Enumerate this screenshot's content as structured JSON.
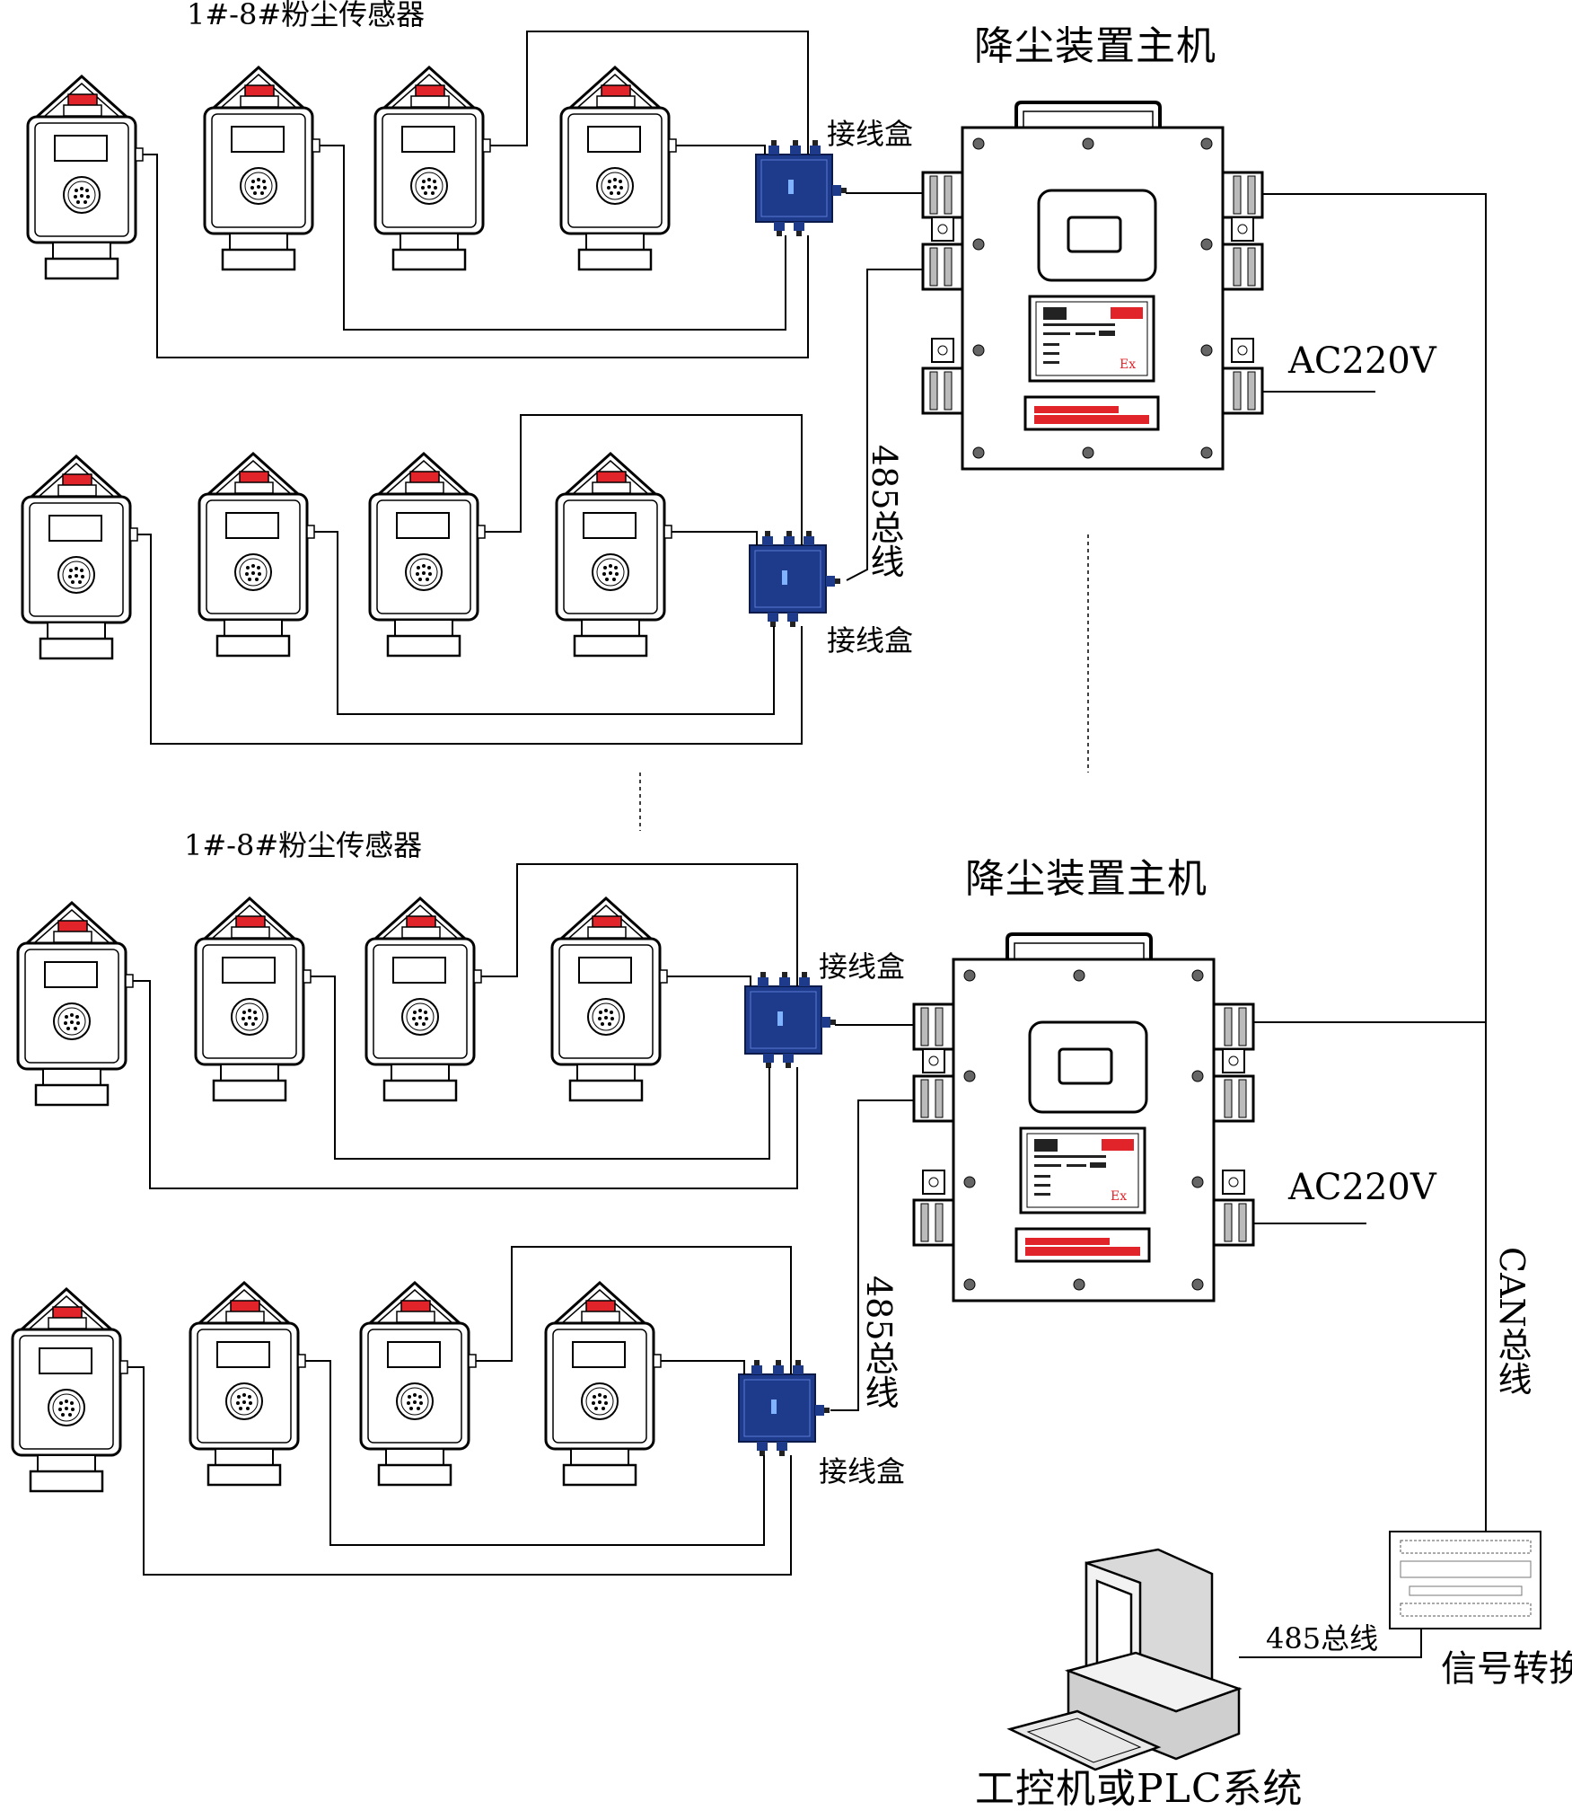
{
  "labels": {
    "sensors_top": "1#-8#粉尘传感器",
    "sensors_bottom": "1#-8#粉尘传感器",
    "host_top": "降尘装置主机",
    "host_bottom": "降尘装置主机",
    "junction_1": "接线盒",
    "junction_2": "接线盒",
    "junction_3": "接线盒",
    "junction_4": "接线盒",
    "bus485_top": "485总线",
    "bus485_bottom": "485总线",
    "bus485_pc": "485总线",
    "ac_top": "AC220V",
    "ac_bottom": "AC220V",
    "can_bus": "CAN总线",
    "converter": "信号转换器",
    "pc_system": "工控机或PLC系统"
  },
  "colors": {
    "line": "#000000",
    "sensor_red": "#e0242a",
    "junction_blue": "#1e3a8a",
    "host_red": "#e0242a"
  }
}
